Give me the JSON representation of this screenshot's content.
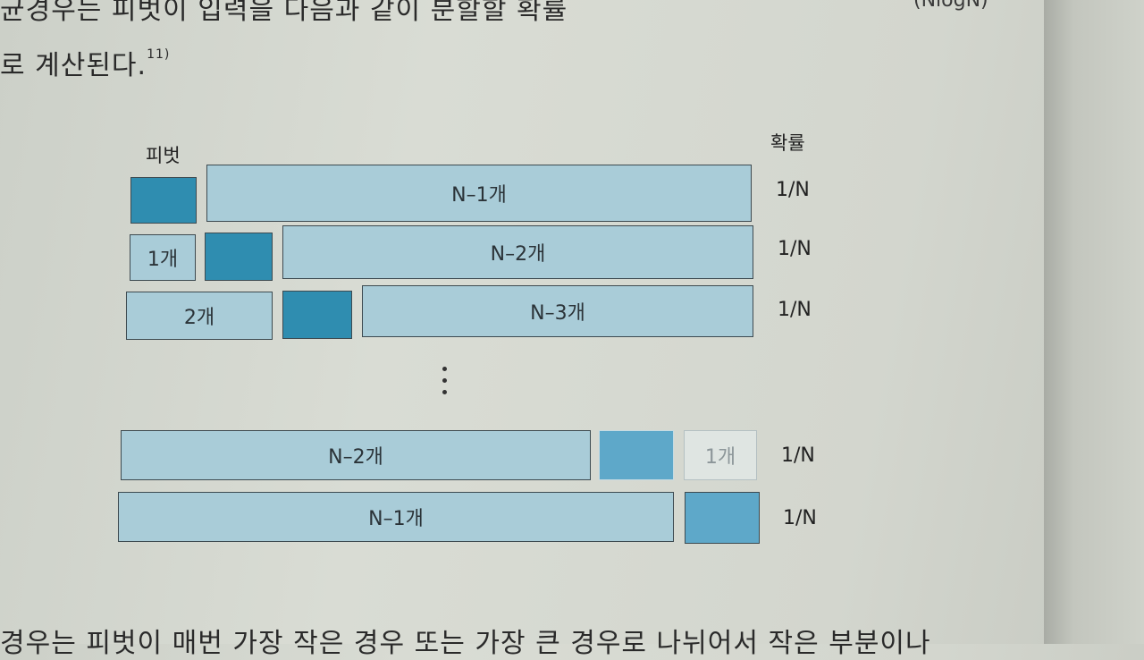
{
  "text": {
    "top_line": "균경우는 피벗이 입력을 다음과 같이 분할할 확률",
    "top_right": "(NlogN)",
    "line2": "로 계산된다.",
    "footnote_ref": "11)",
    "bottom_line": "경우는 피벗이 매번 가장 작은 경우 또는 가장 큰 경우로 나뉘어서 작은 부분이나"
  },
  "labels": {
    "pivot": "피벗",
    "probability": "확률"
  },
  "rows": [
    {
      "boxes": [
        "",
        "N–1개"
      ],
      "prob": "1/N"
    },
    {
      "boxes": [
        "1개",
        "",
        "N–2개"
      ],
      "prob": "1/N"
    },
    {
      "boxes": [
        "2개",
        "",
        "N–3개"
      ],
      "prob": "1/N"
    },
    {
      "boxes": [
        "N–2개",
        "",
        "1개"
      ],
      "prob": "1/N"
    },
    {
      "boxes": [
        "N–1개",
        ""
      ],
      "prob": "1/N"
    }
  ],
  "colors": {
    "pivot": "#2f8db0",
    "partition": "#a9ccd8"
  }
}
